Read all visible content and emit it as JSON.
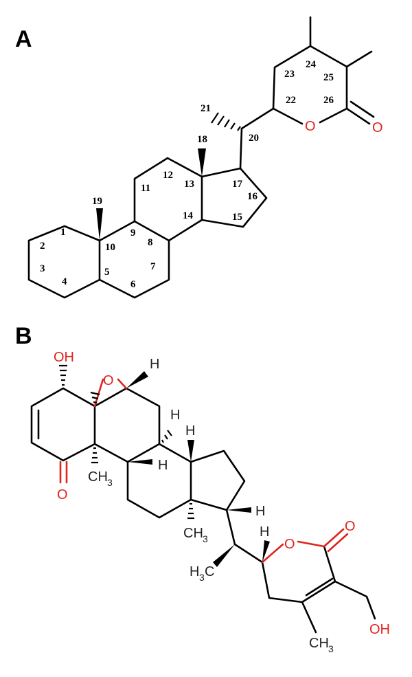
{
  "panel_a": {
    "label": "A",
    "locants": [
      "1",
      "2",
      "3",
      "4",
      "5",
      "6",
      "7",
      "8",
      "9",
      "10",
      "11",
      "12",
      "13",
      "14",
      "15",
      "16",
      "17",
      "18",
      "19",
      "20",
      "21",
      "22",
      "23",
      "24",
      "25",
      "26"
    ],
    "ring_oxygen": "O",
    "carbonyl_oxygen": "O"
  },
  "panel_b": {
    "label": "B",
    "hydroxyl_top": "OH",
    "epoxide_oxygen": "O",
    "ketone_oxygen": "O",
    "methyl": "CH",
    "methyl_sub": "3",
    "methyl_prefix": "H",
    "hydrogen": "H",
    "lactone_ring_oxygen": "O",
    "lactone_carbonyl_oxygen": "O",
    "hydroxymethyl": "OH"
  },
  "colors": {
    "bond": "#000000",
    "heteroatom": "#e0231c"
  }
}
